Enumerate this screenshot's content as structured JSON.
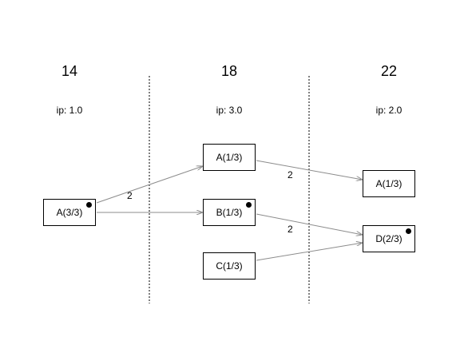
{
  "columns": [
    {
      "title": "14",
      "ip": "ip: 1.0"
    },
    {
      "title": "18",
      "ip": "ip: 3.0"
    },
    {
      "title": "22",
      "ip": "ip: 2.0"
    }
  ],
  "nodes": {
    "a_3_3": {
      "label": "A(3/3)",
      "marked": true
    },
    "a_1_3_mid": {
      "label": "A(1/3)",
      "marked": false
    },
    "b_1_3": {
      "label": "B(1/3)",
      "marked": true
    },
    "c_1_3": {
      "label": "C(1/3)",
      "marked": false
    },
    "a_1_3_right": {
      "label": "A(1/3)",
      "marked": false
    },
    "d_2_3": {
      "label": "D(2/3)",
      "marked": true
    }
  },
  "edges": [
    {
      "from": "a_3_3",
      "to": "a_1_3_mid",
      "label": "2"
    },
    {
      "from": "a_3_3",
      "to": "b_1_3",
      "label": ""
    },
    {
      "from": "a_1_3_mid",
      "to": "a_1_3_right",
      "label": "2"
    },
    {
      "from": "b_1_3",
      "to": "d_2_3",
      "label": "2"
    },
    {
      "from": "c_1_3",
      "to": "d_2_3",
      "label": ""
    }
  ],
  "colors": {
    "edge": "#8c8c8c",
    "separator": "#000000"
  }
}
